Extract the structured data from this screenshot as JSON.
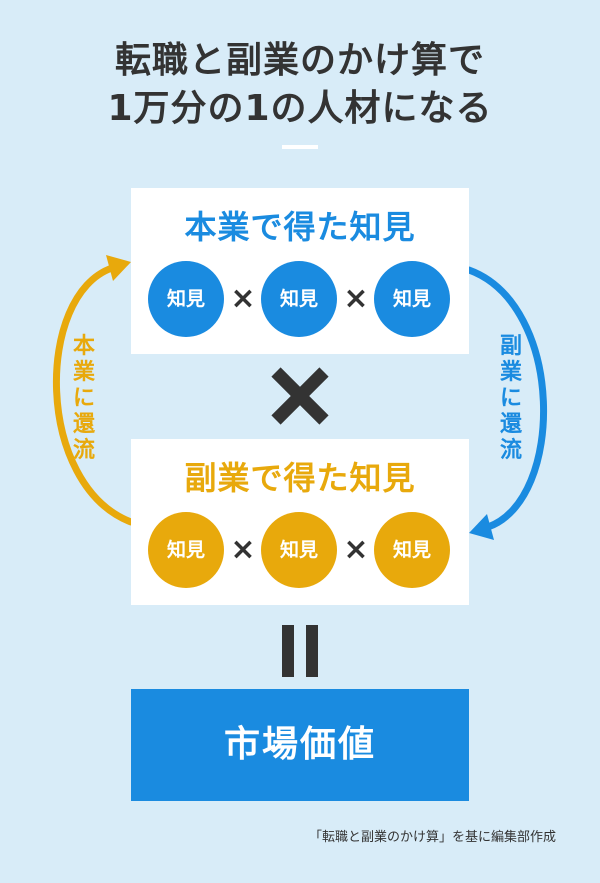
{
  "title": {
    "line1": "転職と副業のかけ算で",
    "line2": "1万分の1の人材になる"
  },
  "top_panel": {
    "title": "本業で得た知見",
    "items": [
      "知見",
      "知見",
      "知見"
    ],
    "operators": [
      "×",
      "×"
    ],
    "color": "#1a8be0"
  },
  "bottom_panel": {
    "title": "副業で得た知見",
    "items": [
      "知見",
      "知見",
      "知見"
    ],
    "operators": [
      "×",
      "×"
    ],
    "color": "#e8a90c"
  },
  "result": {
    "label": "市場価値",
    "color": "#1a8be0"
  },
  "cycle": {
    "left_label": "本業に還流",
    "right_label": "副業に還流"
  },
  "credit": "「転職と副業のかけ算」を基に編集部作成",
  "colors": {
    "background": "#d8ecf8",
    "blue": "#1a8be0",
    "orange": "#e8a90c",
    "text": "#333333"
  }
}
